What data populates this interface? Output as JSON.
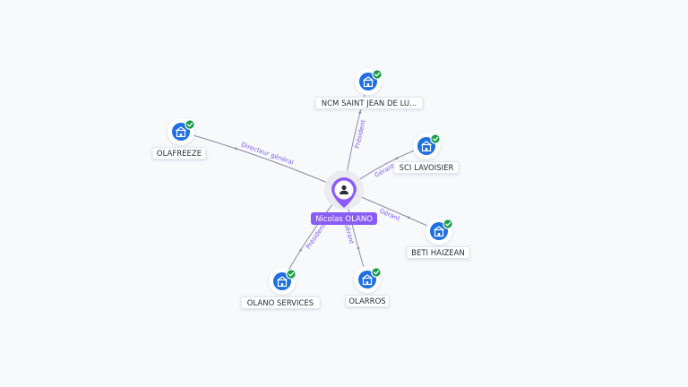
{
  "colors": {
    "person_accent": "#8a5cf6",
    "company_blue": "#1f6fe0",
    "verified_green": "#1a9e4b",
    "edge_line": "#8a8aa8",
    "edge_label": "#7a5cf0"
  },
  "person": {
    "name": "Nicolas OLANO",
    "icon": "person-icon"
  },
  "companies": [
    {
      "id": "ncm",
      "name": "NCM SAINT JEAN DE LU...",
      "icon": "building-icon",
      "verified": true
    },
    {
      "id": "olafreeze",
      "name": "OLAFREEZE",
      "icon": "building-icon",
      "verified": true
    },
    {
      "id": "sci",
      "name": "SCI LAVOISIER",
      "icon": "building-icon",
      "verified": true
    },
    {
      "id": "beti",
      "name": "BETI HAIZEAN",
      "icon": "building-icon",
      "verified": true
    },
    {
      "id": "olarros",
      "name": "OLARROS",
      "icon": "building-icon",
      "verified": true
    },
    {
      "id": "olano",
      "name": "OLANO SERVICES",
      "icon": "building-icon",
      "verified": true
    }
  ],
  "relations": [
    {
      "to": "ncm",
      "label": "Président"
    },
    {
      "to": "olafreeze",
      "label": "Directeur général"
    },
    {
      "to": "sci",
      "label": "Gérant"
    },
    {
      "to": "beti",
      "label": "Gérant"
    },
    {
      "to": "olarros",
      "label": "Gérant"
    },
    {
      "to": "olano",
      "label": "Président"
    }
  ]
}
